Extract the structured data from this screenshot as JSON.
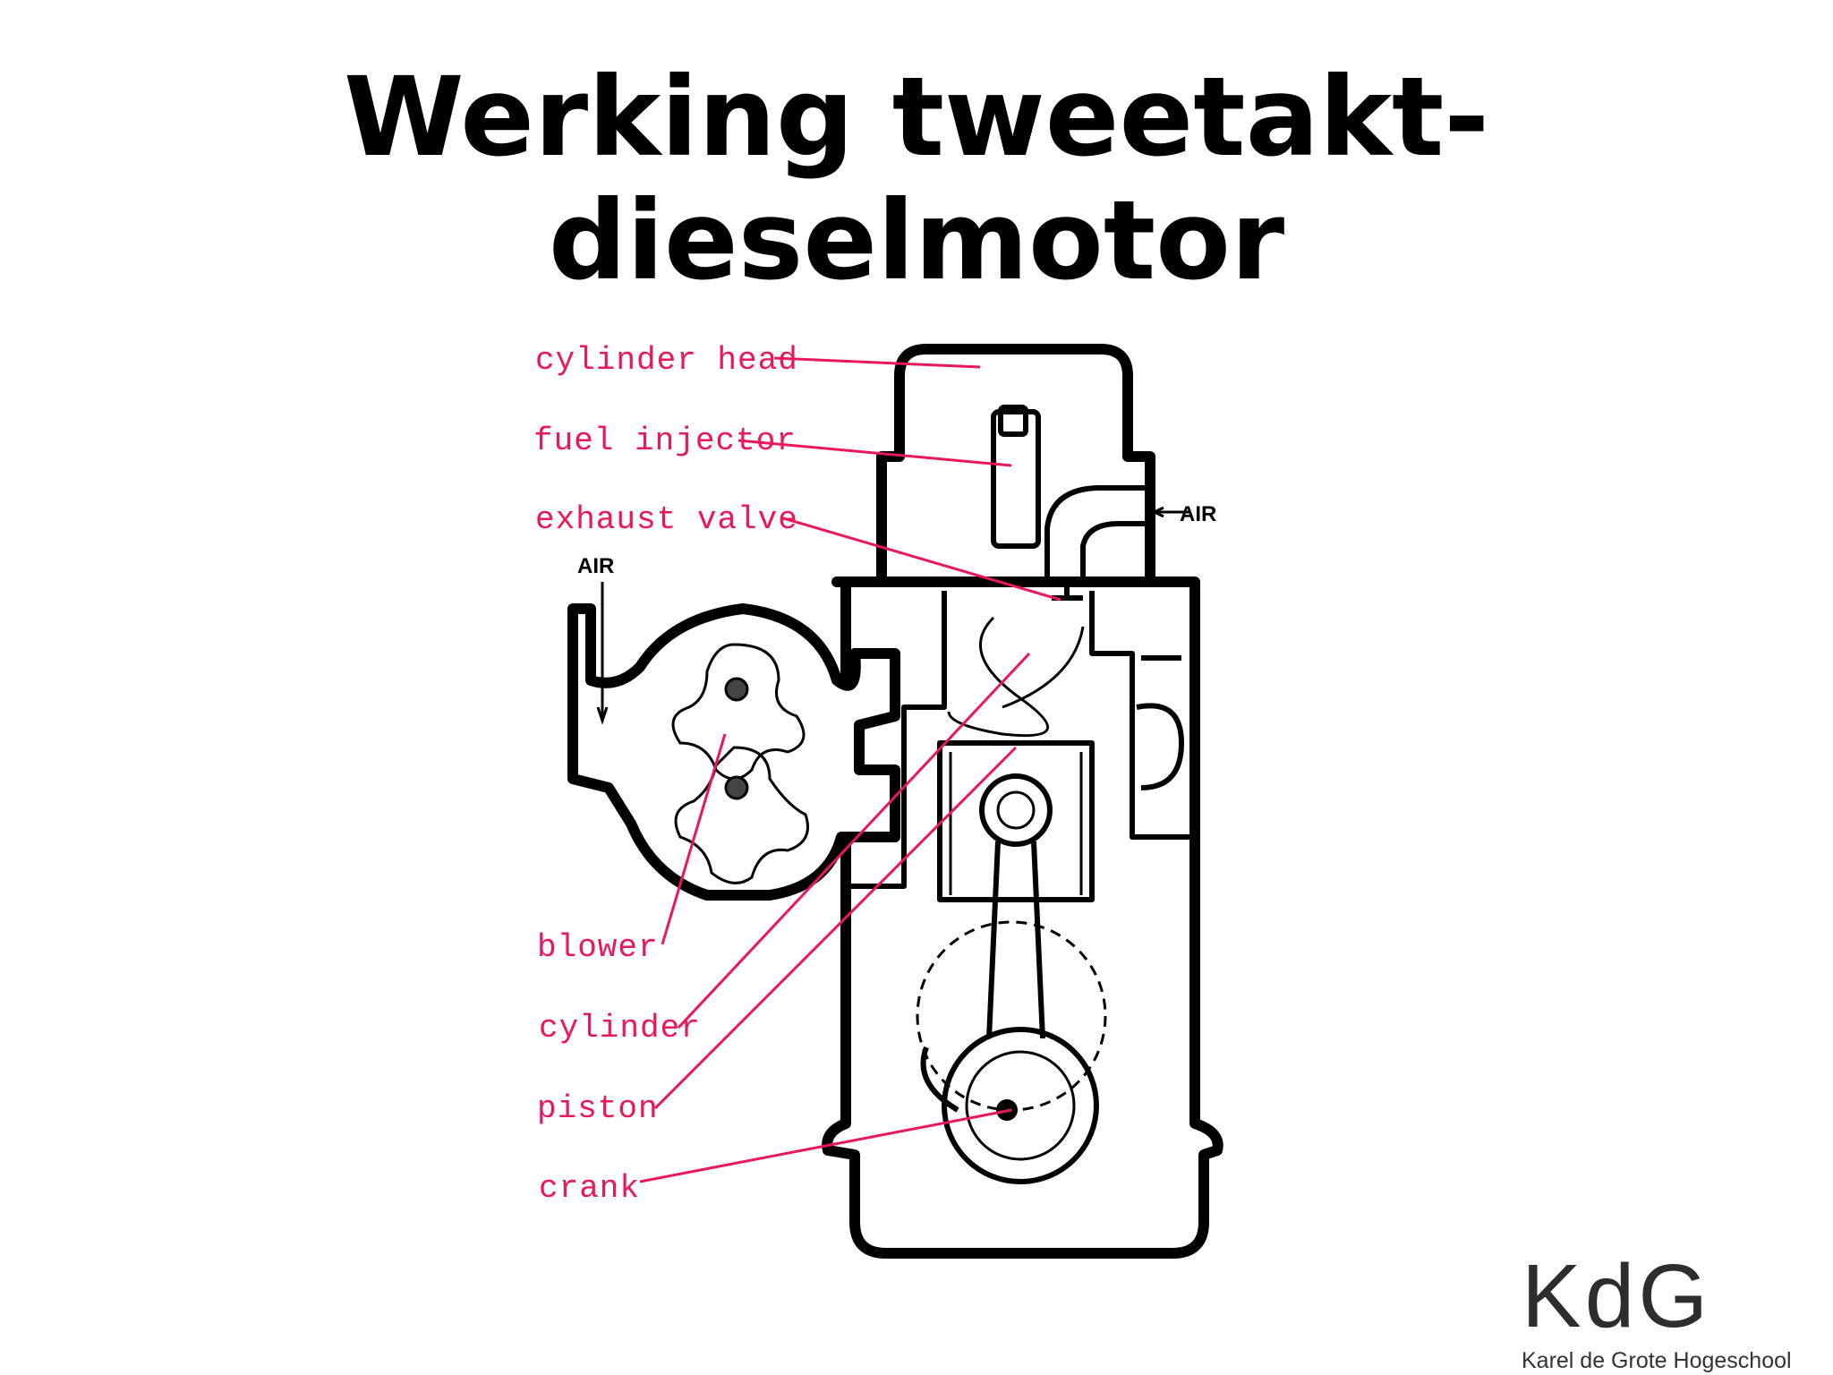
{
  "title": {
    "line1": "Werking tweetakt-",
    "line2": "dieselmotor"
  },
  "labels": {
    "cylinder_head": "cylinder head",
    "fuel_injector": "fuel injector",
    "exhaust_valve": "exhaust valve",
    "blower": "blower",
    "cylinder": "cylinder",
    "piston": "piston",
    "crank": "crank"
  },
  "air_labels": {
    "left": "AIR",
    "right": "AIR"
  },
  "logo": {
    "mark": "KdG",
    "subtitle": "Karel de Grote Hogeschool"
  },
  "colors": {
    "label": "#e8185a",
    "title": "#000000"
  }
}
